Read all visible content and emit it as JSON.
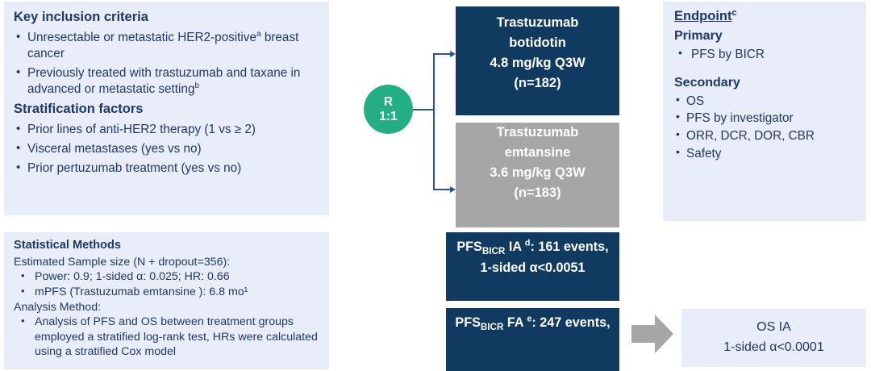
{
  "colors": {
    "panel_bg": "#E8EDF9",
    "navy_text": "#1F3864",
    "navy_box": "#103A60",
    "gray_box": "#A6A6A6",
    "randomization_green": "#23AE83",
    "connector_blue": "#2E5481"
  },
  "inclusion": {
    "title": "Key inclusion criteria",
    "items": [
      {
        "text": "Unresectable or metastatic HER2-positive",
        "sup": "a",
        "tail": " breast cancer"
      },
      {
        "text": "Previously treated with trastuzumab and taxane in advanced or metastatic setting",
        "sup": "b",
        "tail": ""
      }
    ],
    "stratification_title": "Stratification factors",
    "stratification_items": [
      "Prior lines of anti-HER2 therapy (1 vs ≥ 2)",
      "Visceral metastases (yes vs no)",
      "Prior pertuzumab treatment (yes vs no)"
    ]
  },
  "stats": {
    "title": "Statistical Methods",
    "sample_line": "Estimated Sample size (N + dropout=356):",
    "sample_bullets": [
      "Power: 0.9; 1-sided α: 0.025; HR: 0.66",
      "mPFS (Trastuzumab emtansine    ): 6.8 mo¹"
    ],
    "analysis_line": "Analysis Method:",
    "analysis_bullets": [
      "Analysis of PFS and OS between treatment groups employed a stratified log-rank test, HRs were calculated using a stratified Cox model"
    ]
  },
  "randomization": {
    "label": "R",
    "ratio": "1:1"
  },
  "arms": [
    {
      "name": "experimental",
      "lines": [
        "Trastuzumab",
        "botidotin",
        "4.8 mg/kg  Q3W",
        "(n=182)"
      ]
    },
    {
      "name": "control",
      "lines": [
        "Trastuzumab",
        "emtansine",
        "3.6 mg/kg  Q3W",
        "(n=183)"
      ]
    }
  ],
  "milestones": [
    {
      "name": "pfs-bicr-ia",
      "prefix": "PFS",
      "subscript": "BICR",
      "label": " IA ",
      "sup": "d",
      "value": ": 161 events,",
      "clipped_line": "1-sided α<0.0051"
    },
    {
      "name": "pfs-bicr-fa",
      "prefix": "PFS",
      "subscript": "BICR",
      "label": " FA ",
      "sup": "e",
      "value": ": 247 events,",
      "clipped_line": ""
    }
  ],
  "endpoint": {
    "title": "Endpoint",
    "title_sup": "c",
    "primary_head": "Primary",
    "primary_items": [
      "PFS by BICR"
    ],
    "secondary_head": "Secondary",
    "secondary_items": [
      "OS",
      "PFS by investigator",
      "ORR, DCR, DOR, CBR",
      "Safety"
    ]
  },
  "os_ia": {
    "line1": "OS IA",
    "line2": "1-sided α<0.0001"
  }
}
